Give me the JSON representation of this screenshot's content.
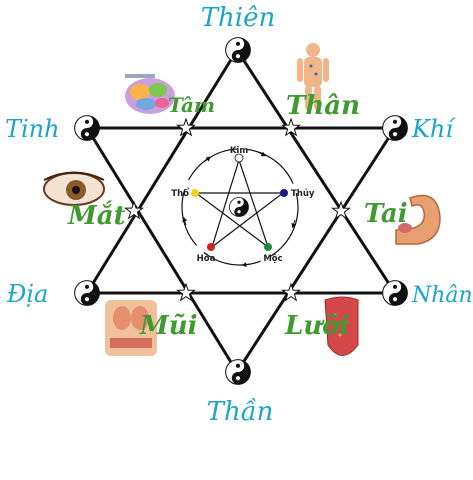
{
  "outer_labels": {
    "top": "Thiên",
    "left_upper": "Tinh",
    "right_upper": "Khí",
    "left_lower": "Địa",
    "right_lower": "Nhân",
    "bottom": "Thần"
  },
  "organ_labels": {
    "brain": "Tâm",
    "body": "Thân",
    "eye": "Mắt",
    "ear": "Tai",
    "nose": "Mũi",
    "tongue": "Lưỡi"
  },
  "elements": {
    "kim": "Kim",
    "thuy": "Thủy",
    "moc": "Mộc",
    "hoa": "Hỏa",
    "tho": "Thổ"
  },
  "colors": {
    "outer_label": "#1aa6c8",
    "organ_label": "#3f9b2f",
    "kim": "#ffffff",
    "thuy": "#1a1a8c",
    "moc": "#1f8a3a",
    "hoa": "#d02020",
    "tho": "#f2d21b"
  },
  "icons": {
    "vertex": "yin-yang-icon",
    "junction": "star-outline-icon"
  }
}
